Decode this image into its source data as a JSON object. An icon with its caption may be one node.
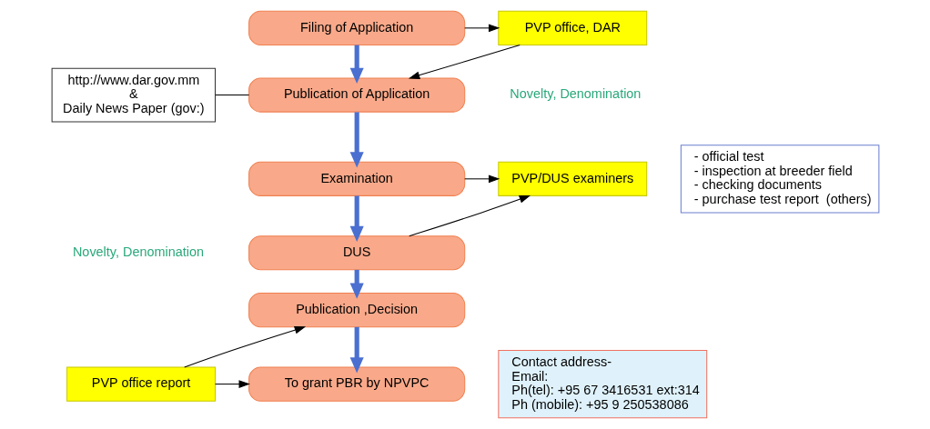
{
  "diagram": {
    "nodes": [
      {
        "text": [
          "Filing of Application"
        ]
      },
      {
        "text": [
          "PVP office, DAR"
        ]
      },
      {
        "text": [
          "http://www.dar.gov.mm",
          "&",
          "Daily News Paper (gov:)"
        ]
      },
      {
        "text": [
          "Publication of Application"
        ]
      },
      {
        "text": [
          "- official test",
          "- inspection at breeder field",
          "- checking documents",
          "- purchase test report  (others)"
        ]
      },
      {
        "text": [
          "Examination"
        ]
      },
      {
        "text": [
          "PVP/DUS examiners"
        ]
      },
      {
        "text": [
          "DUS"
        ]
      },
      {
        "text": [
          "Publication ,Decision"
        ]
      },
      {
        "text": [
          "PVP office report"
        ]
      },
      {
        "text": [
          "To grant PBR by NPVPC"
        ]
      },
      {
        "text": [
          "Contact address-",
          "Email:",
          "Ph(tel): +95 67 3416531 ext:314",
          "Ph (mobile): +95 9 250538086"
        ]
      }
    ],
    "edges": [
      {
        "from": 0,
        "to": 1,
        "arrow": "to"
      },
      {
        "from": 1,
        "to": 3,
        "arrow": "to"
      },
      {
        "from": 0,
        "to": 3,
        "arrow": "to",
        "style": "thick",
        "color": "#4a6fd1"
      },
      {
        "from": 2,
        "to": 3,
        "arrow": "none"
      },
      {
        "from": 3,
        "to": 5,
        "arrow": "to",
        "style": "thick",
        "color": "#4a6fd1"
      },
      {
        "from": 5,
        "to": 6,
        "arrow": "to"
      },
      {
        "from": 7,
        "to": 6,
        "arrow": "to"
      },
      {
        "from": 5,
        "to": 7,
        "arrow": "to",
        "style": "thick",
        "color": "#4a6fd1"
      },
      {
        "from": 7,
        "to": 8,
        "arrow": "to",
        "style": "thick",
        "color": "#4a6fd1"
      },
      {
        "from": 9,
        "to": 8,
        "arrow": "to"
      },
      {
        "from": 9,
        "to": 10,
        "arrow": "to"
      },
      {
        "from": 8,
        "to": 10,
        "arrow": "to",
        "style": "thick",
        "color": "#4a6fd1"
      }
    ],
    "labels": [
      "Novelty, Denomination",
      "Novelty, Denomination"
    ]
  }
}
